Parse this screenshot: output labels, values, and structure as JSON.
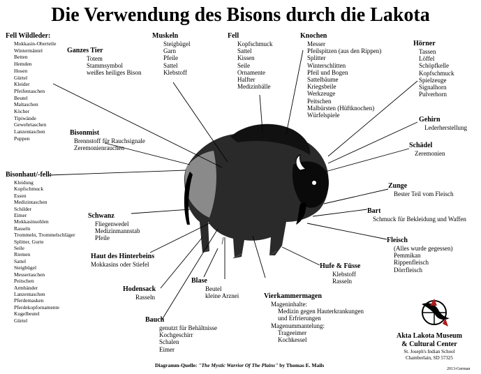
{
  "title": "Die Verwendung des Bisons durch die Lakota",
  "groups": {
    "fell_wildleder": {
      "heading": "Fell Wildleder:",
      "items": [
        "Mokkasin-Oberteile",
        "Wintermäntel",
        "Betten",
        "Hemden",
        "Hosen",
        "Gürtel",
        "Kleider",
        "Pfeifentaschen",
        "Beutel",
        "Maltaschen",
        "Köcher",
        "Tipiwände",
        "Gewehrtaschen",
        "Lanzentaschen",
        "Puppen"
      ]
    },
    "ganzes_tier": {
      "heading": "Ganzes Tier",
      "items": [
        "Totem",
        "Stammsymbol",
        "weißes heiliges Bison"
      ]
    },
    "muskeln": {
      "heading": "Muskeln",
      "items": [
        "Steigbügel",
        "Garn",
        "Pfeile",
        "Sattel",
        "Klebstoff"
      ]
    },
    "fell": {
      "heading": "Fell",
      "items": [
        "Kopfschmuck",
        "Sattel",
        "Kissen",
        "Seile",
        "Ornamente",
        "Halfter",
        "Medizinbälle"
      ]
    },
    "knochen": {
      "heading": "Knochen",
      "items": [
        "Messer",
        "Pfeilspitzen (aus den Rippen)",
        "Splitter",
        "Winterschlitten",
        "Pfeil und Bogen",
        "Sattelbäume",
        "Kriegsbeile",
        "Werkzeuge",
        "Peitschen",
        "Malbürsten (Hüftknochen)",
        "Würfelspiele"
      ]
    },
    "hoerner": {
      "heading": "Hörner",
      "items": [
        "Tassen",
        "Löffel",
        "Schöpfkelle",
        "Kopfschmuck",
        "Spielzeuge",
        "Signalhorn",
        "Pulverhorn"
      ]
    },
    "bisonmist": {
      "heading": "Bisonmist",
      "items": [
        "Brennstoff für Rauchsignale",
        "Zeremonienrauchen"
      ]
    },
    "gehirn": {
      "heading": "Gehirn",
      "items": [
        "Lederherstellung"
      ]
    },
    "schaedel": {
      "heading": "Schädel",
      "items": [
        "Zeremonien"
      ]
    },
    "bisonhaut": {
      "heading": "Bisonhaut/-fell:",
      "items": [
        "Kleidung",
        "Kopfschmuck",
        "Essen",
        "Medizintaschen",
        "Schilder",
        "Eimer",
        "Mokkasinsohlen",
        "Rasseln",
        "Trommeln, Trommelschläger",
        "Splitter, Gurte",
        "Seile",
        "Riemen",
        "Sattel",
        "Steigbügel",
        "Messertaschen",
        "Peitschen",
        "Armbänder",
        "Lanzentaschen",
        "Pferdemasken",
        "Pferdekopfornamente",
        "Kugelbeutel",
        "Gürtel"
      ]
    },
    "zunge": {
      "heading": "Zunge",
      "items": [
        "Bester Teil vom Fleisch"
      ]
    },
    "bart": {
      "heading": "Bart",
      "items": [
        "Schmuck für Bekleidung und Waffen"
      ]
    },
    "schwanz": {
      "heading": "Schwanz",
      "items": [
        "Fliegenwedel",
        "Medizinmannstab",
        "Pfeile"
      ]
    },
    "fleisch": {
      "heading": "Fleisch",
      "items": [
        "(Alles wurde gegessen)",
        "Pemmikan",
        "Rippenfleisch",
        "Dörrfleisch"
      ]
    },
    "haut_hinterbeins": {
      "heading": "Haut des Hinterbeins",
      "items": [
        "Mokkasins oder Stiefel"
      ]
    },
    "hufe": {
      "heading": "Hufe & Füsse",
      "items": [
        "Klebstoff",
        "Rasseln"
      ]
    },
    "hodensack": {
      "heading": "Hodensack",
      "items": [
        "Rasseln"
      ]
    },
    "blase": {
      "heading": "Blase",
      "items": [
        "Beutel",
        "kleine Arznei"
      ]
    },
    "vierkammermagen": {
      "heading": "Vierkammermagen",
      "items": [
        "Mageninhalte:",
        "Medizin gegen Hauterkrankungen",
        "und Erfrierungen",
        "Magenummantelung:",
        "Trageeimer",
        "Kochkessel"
      ]
    },
    "bauch": {
      "heading": "Bauch",
      "items": [
        "genutzt für Behältnisse",
        "Kochgeschirr",
        "Schalen",
        "Eimer"
      ]
    }
  },
  "credit": {
    "prefix": "Diagramm-Quelle:",
    "book": "\"The Mystic Warrior Of The Plains\"",
    "author": "by Thomas E. Mails"
  },
  "museum": {
    "name1": "Akta Lakota Museum",
    "name2": "& Cultural Center",
    "school": "St. Joseph's Indian School",
    "place": "Chamberlain, SD 57325"
  },
  "tag": "2013-German"
}
